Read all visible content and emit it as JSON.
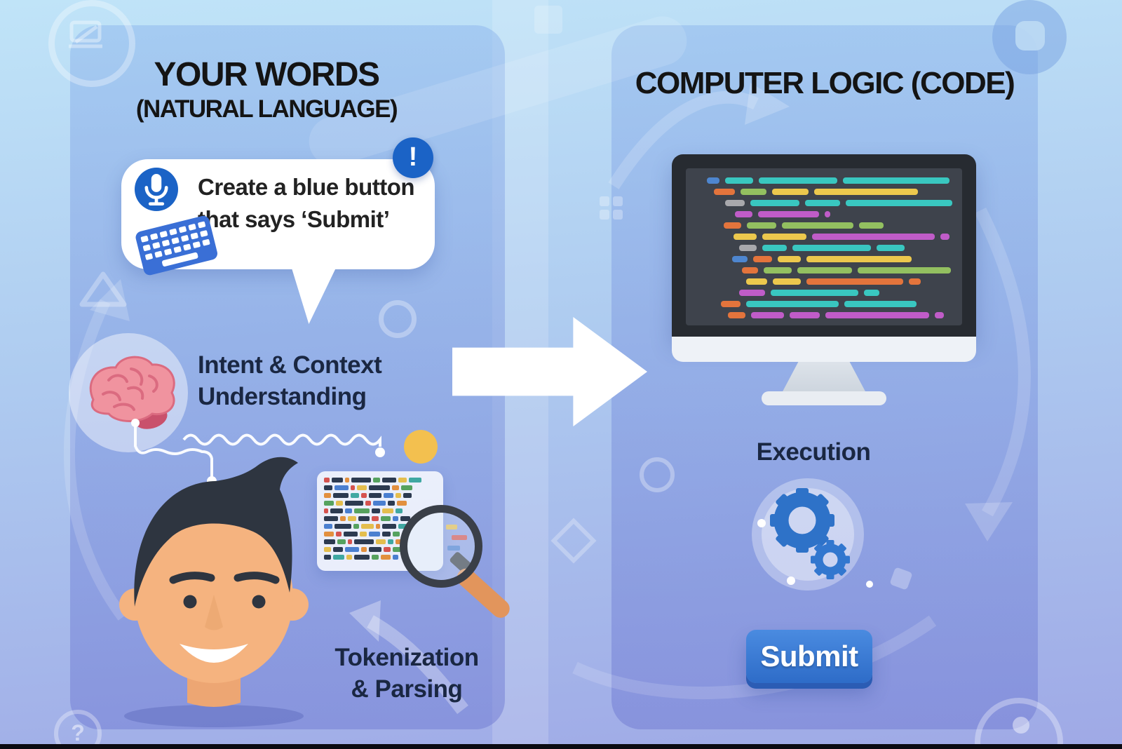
{
  "left_panel": {
    "title_line1": "YOUR WORDS",
    "title_line2": "(NATURAL LANGUAGE)",
    "speech_bubble": {
      "line1": "Create a blue button",
      "line2": "that says ‘Submit’",
      "alert_symbol": "!"
    },
    "intent_line1": "Intent & Context",
    "intent_line2": "Understanding",
    "tokenization_line1": "Tokenization",
    "tokenization_line2": "& Parsing"
  },
  "right_panel": {
    "title": "COMPUTER LOGIC (CODE)",
    "execution_label": "Execution",
    "submit_label": "Submit"
  },
  "corner_decorations": {
    "bottom_left_symbol": "?"
  },
  "icons": [
    "microphone-icon",
    "exclamation-icon",
    "keyboard-icon",
    "brain-icon",
    "magnifying-glass-icon",
    "gears-icon",
    "monitor-icon",
    "right-arrow-icon",
    "question-mark-icon",
    "speech-bubble-icon"
  ],
  "colors": {
    "accent_blue": "#1b63c6",
    "submit_top": "#4a8be0",
    "submit_bottom": "#2e6cc8",
    "submit_edge": "#2b5cb4",
    "label_text": "#1a2742",
    "title_text": "#141414",
    "yellow_dot": "#f3c04f",
    "magnifier_handle": "#e2955c",
    "magnifier_rim": "#3a3f48",
    "monitor_frame": "#272b31",
    "screen_bg": "#3e434c",
    "gear_blue": "#2e72c8",
    "brain_pink": "#f0939f",
    "skin": "#f5b37f",
    "hair": "#2e3540"
  },
  "monitor_code": {
    "palette": {
      "t": "#39c7c0",
      "o": "#e3743c",
      "g": "#93c060",
      "y": "#ecc84d",
      "m": "#c05cc8",
      "gr": "#a8a8ac",
      "b": "#4e86cf"
    },
    "lines": [
      {
        "i": 18,
        "s": [
          [
            "b",
            18
          ],
          [
            "t",
            40
          ],
          [
            "t",
            112
          ],
          [
            "t",
            152
          ]
        ]
      },
      {
        "i": 28,
        "s": [
          [
            "o",
            30
          ],
          [
            "g",
            37
          ],
          [
            "y",
            52
          ],
          [
            "y",
            148
          ]
        ]
      },
      {
        "i": 44,
        "s": [
          [
            "gr",
            28
          ],
          [
            "t",
            70
          ],
          [
            "t",
            50
          ],
          [
            "t",
            152
          ]
        ]
      },
      {
        "i": 58,
        "s": [
          [
            "m",
            25
          ],
          [
            "m",
            87
          ],
          [
            "m",
            8
          ]
        ]
      },
      {
        "i": 42,
        "s": [
          [
            "o",
            25
          ],
          [
            "g",
            42
          ],
          [
            "g",
            102
          ],
          [
            "g",
            35
          ]
        ]
      },
      {
        "i": 56,
        "s": [
          [
            "y",
            33
          ],
          [
            "y",
            63
          ],
          [
            "m",
            175
          ],
          [
            "m",
            13
          ]
        ]
      },
      {
        "i": 64,
        "s": [
          [
            "gr",
            25
          ],
          [
            "t",
            35
          ],
          [
            "t",
            112
          ],
          [
            "t",
            40
          ]
        ]
      },
      {
        "i": 54,
        "s": [
          [
            "b",
            22
          ],
          [
            "o",
            27
          ],
          [
            "y",
            33
          ],
          [
            "y",
            150
          ]
        ]
      },
      {
        "i": 68,
        "s": [
          [
            "o",
            23
          ],
          [
            "g",
            40
          ],
          [
            "g",
            78
          ],
          [
            "g",
            133
          ]
        ]
      },
      {
        "i": 74,
        "s": [
          [
            "y",
            30
          ],
          [
            "y",
            40
          ],
          [
            "o",
            138
          ],
          [
            "o",
            17
          ]
        ]
      },
      {
        "i": 64,
        "s": [
          [
            "m",
            37
          ],
          [
            "t",
            125
          ],
          [
            "t",
            22
          ]
        ]
      },
      {
        "i": 38,
        "s": [
          [
            "o",
            28
          ],
          [
            "t",
            132
          ],
          [
            "t",
            103
          ]
        ]
      },
      {
        "i": 48,
        "s": [
          [
            "o",
            25
          ],
          [
            "m",
            47
          ],
          [
            "m",
            43
          ],
          [
            "m",
            148
          ],
          [
            "m",
            13
          ]
        ]
      }
    ]
  },
  "token_card": {
    "palette": {
      "k": "#2c3a50",
      "r": "#d5534f",
      "o": "#e2903f",
      "b": "#4a7fd0",
      "g": "#56a25f",
      "y": "#e4be4e",
      "t": "#3fa8a2"
    },
    "rows": [
      [
        [
          "r",
          8
        ],
        [
          "k",
          16
        ],
        [
          "o",
          6
        ],
        [
          "k",
          28
        ],
        [
          "g",
          10
        ],
        [
          "k",
          20
        ],
        [
          "y",
          12
        ],
        [
          "t",
          18
        ]
      ],
      [
        [
          "k",
          12
        ],
        [
          "b",
          20
        ],
        [
          "r",
          6
        ],
        [
          "y",
          14
        ],
        [
          "k",
          30
        ],
        [
          "o",
          10
        ],
        [
          "g",
          16
        ]
      ],
      [
        [
          "o",
          10
        ],
        [
          "k",
          22
        ],
        [
          "t",
          12
        ],
        [
          "r",
          8
        ],
        [
          "k",
          18
        ],
        [
          "b",
          14
        ],
        [
          "y",
          8
        ],
        [
          "k",
          12
        ]
      ],
      [
        [
          "g",
          14
        ],
        [
          "y",
          10
        ],
        [
          "k",
          26
        ],
        [
          "r",
          8
        ],
        [
          "b",
          18
        ],
        [
          "k",
          10
        ],
        [
          "o",
          14
        ]
      ],
      [
        [
          "r",
          6
        ],
        [
          "k",
          18
        ],
        [
          "b",
          10
        ],
        [
          "g",
          22
        ],
        [
          "k",
          12
        ],
        [
          "y",
          16
        ],
        [
          "t",
          10
        ]
      ],
      [
        [
          "k",
          20
        ],
        [
          "o",
          8
        ],
        [
          "y",
          12
        ],
        [
          "k",
          16
        ],
        [
          "r",
          10
        ],
        [
          "g",
          14
        ],
        [
          "b",
          8
        ],
        [
          "k",
          14
        ]
      ],
      [
        [
          "b",
          12
        ],
        [
          "k",
          24
        ],
        [
          "g",
          8
        ],
        [
          "y",
          18
        ],
        [
          "o",
          6
        ],
        [
          "k",
          20
        ],
        [
          "t",
          12
        ]
      ],
      [
        [
          "o",
          14
        ],
        [
          "r",
          8
        ],
        [
          "k",
          20
        ],
        [
          "y",
          10
        ],
        [
          "b",
          16
        ],
        [
          "k",
          12
        ],
        [
          "g",
          10
        ]
      ],
      [
        [
          "k",
          16
        ],
        [
          "g",
          12
        ],
        [
          "r",
          6
        ],
        [
          "k",
          28
        ],
        [
          "y",
          14
        ],
        [
          "t",
          8
        ],
        [
          "o",
          12
        ]
      ],
      [
        [
          "y",
          10
        ],
        [
          "k",
          14
        ],
        [
          "b",
          20
        ],
        [
          "o",
          8
        ],
        [
          "k",
          18
        ],
        [
          "r",
          10
        ],
        [
          "g",
          12
        ]
      ],
      [
        [
          "k",
          10
        ],
        [
          "t",
          16
        ],
        [
          "y",
          8
        ],
        [
          "k",
          22
        ],
        [
          "g",
          10
        ],
        [
          "o",
          14
        ],
        [
          "b",
          8
        ]
      ]
    ]
  }
}
